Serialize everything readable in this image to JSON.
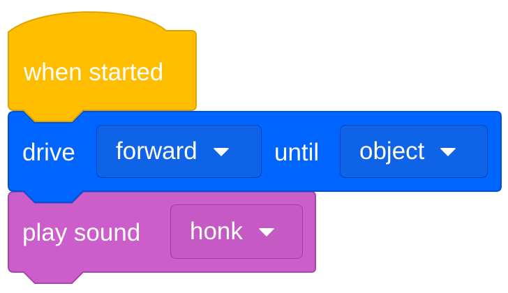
{
  "blocks": {
    "hat": {
      "label": "when started",
      "color": "#ffbf00",
      "border": "#e0a400"
    },
    "drive": {
      "label": "drive",
      "direction": {
        "value": "forward"
      },
      "connector": "until",
      "condition": {
        "value": "object"
      },
      "color": "#0065ff",
      "border": "#0052d6"
    },
    "sound": {
      "label": "play sound",
      "sound": {
        "value": "honk"
      },
      "color": "#cc5ecc",
      "border": "#a844a8"
    }
  },
  "icons": {
    "dropdown": "chevron-down-icon"
  }
}
